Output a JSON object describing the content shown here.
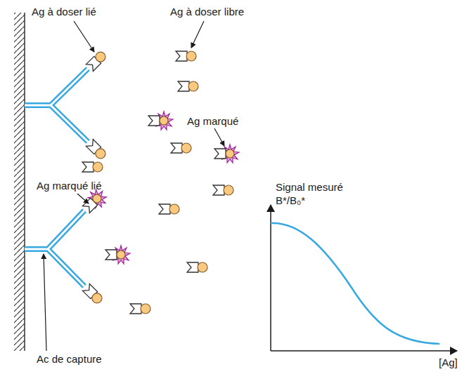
{
  "diagram": {
    "labels": [
      "Ag à doser lié",
      "Ag à doser libre",
      "Ag marqué",
      "Ag marqué lié",
      "Ac de capture",
      "Signal mesuré",
      "B*/B₀*",
      "[Ag]"
    ]
  }
}
